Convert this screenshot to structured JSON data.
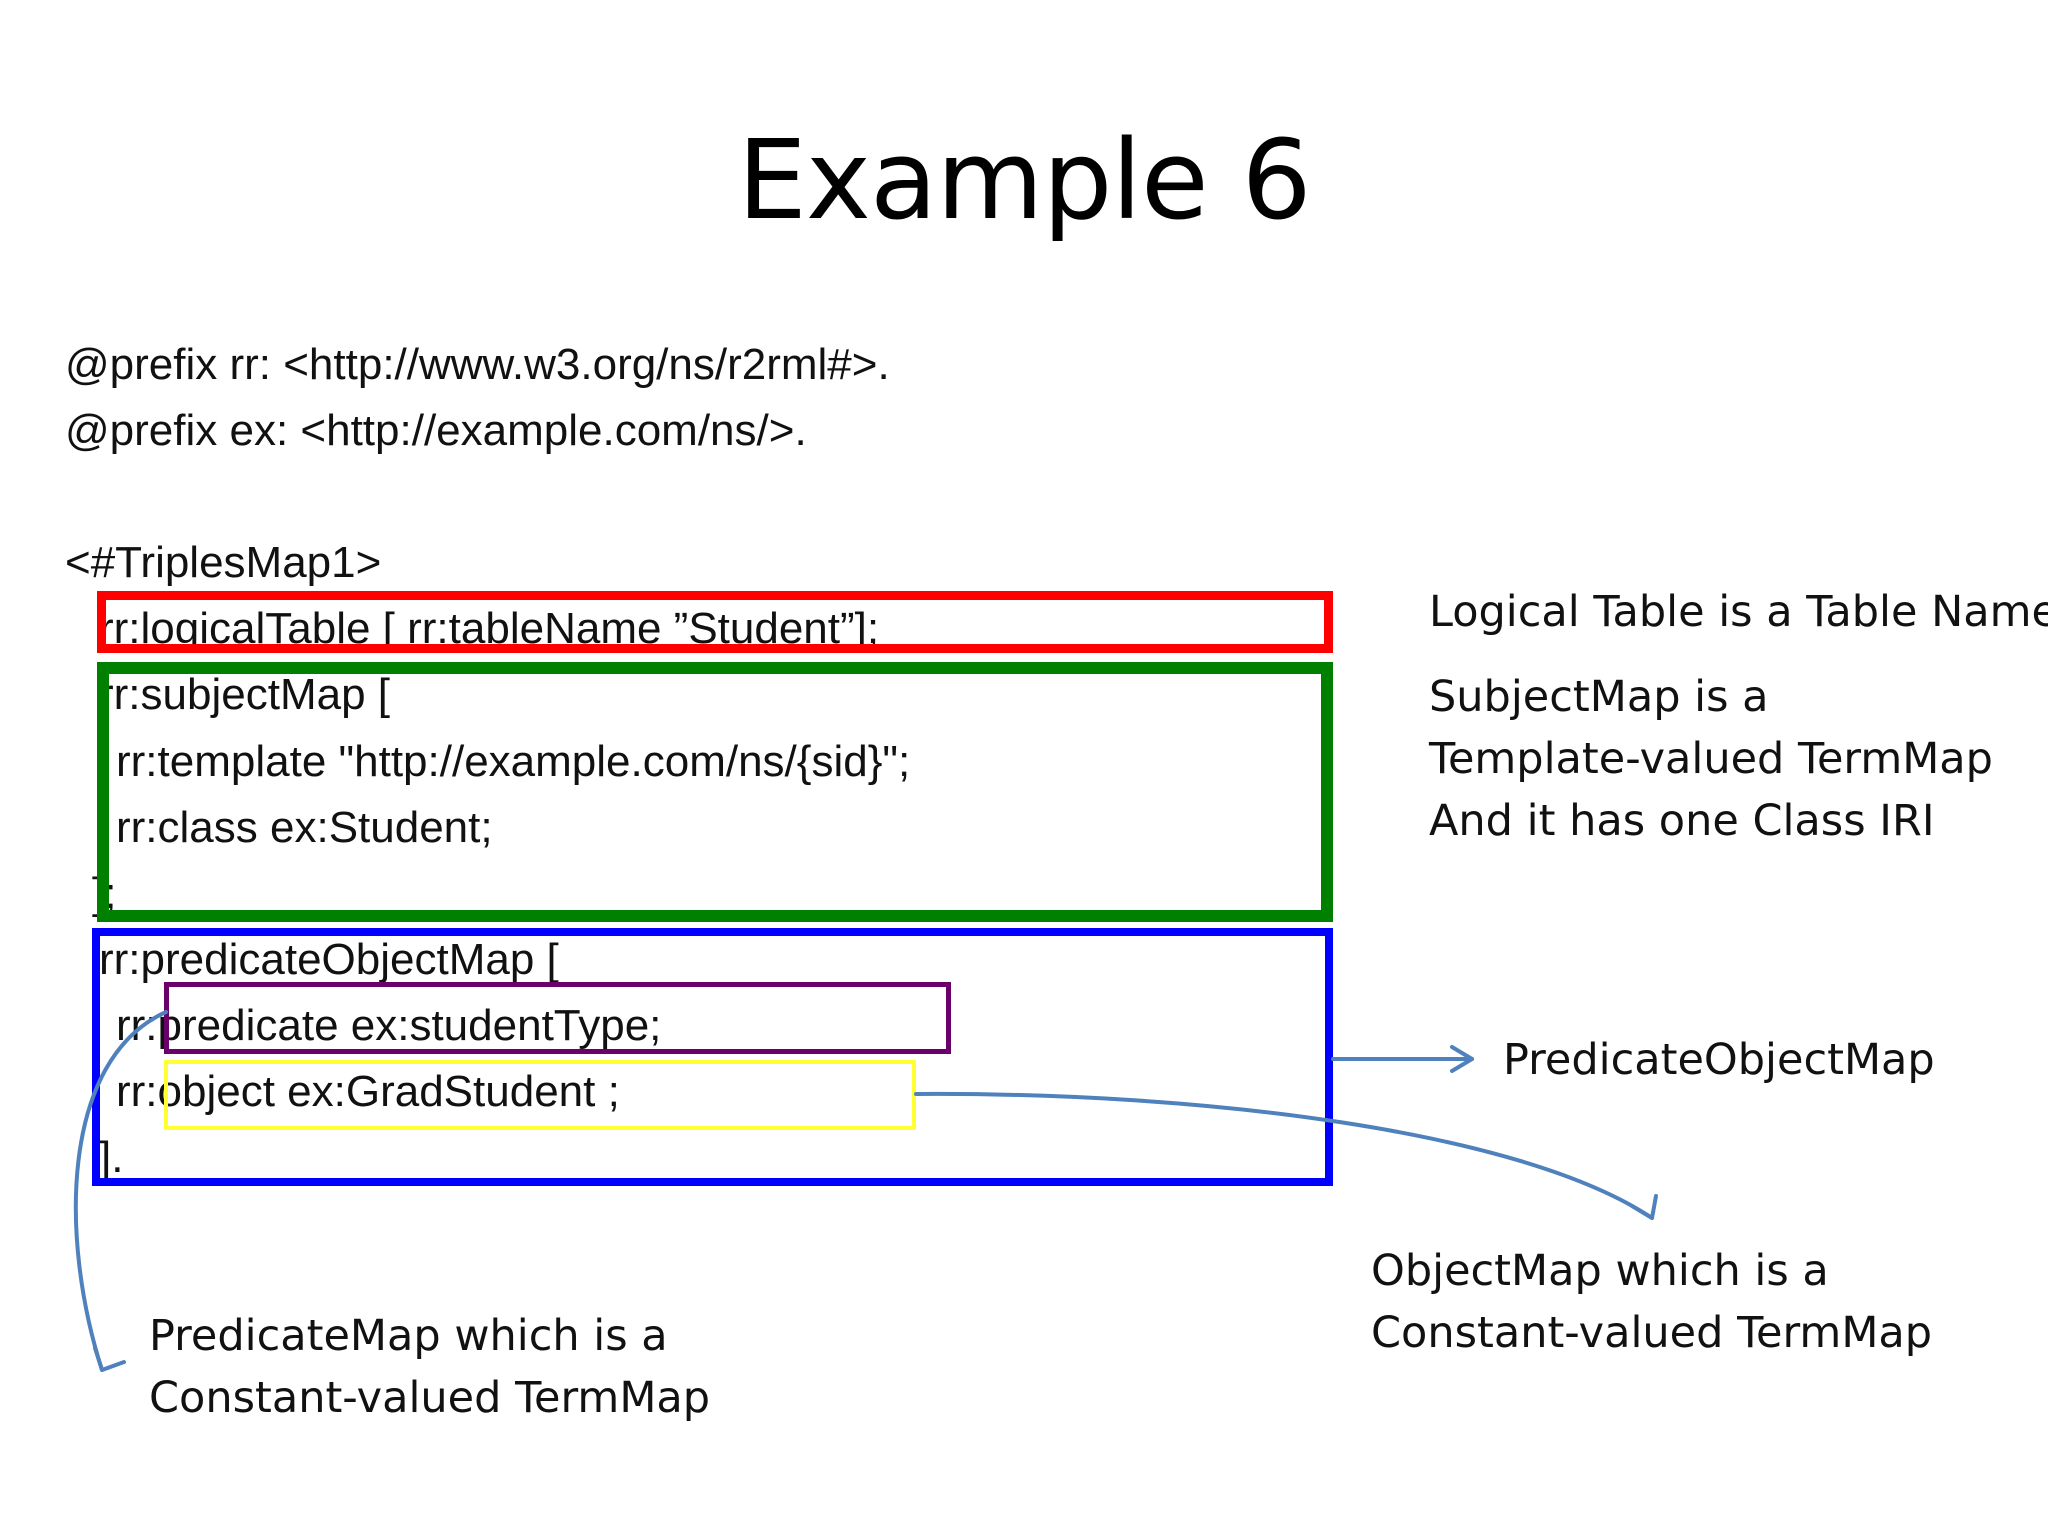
{
  "title": "Example 6",
  "code": {
    "prefix_rr": "@prefix rr: <http://www.w3.org/ns/r2rml#>.",
    "prefix_ex": "@prefix ex: <http://example.com/ns/>.",
    "triples_map": "<#TriplesMap1>",
    "logical_table": "rr:logicalTable [ rr:tableName ”Student”];",
    "subject_map": "rr:subjectMap [",
    "template": "rr:template \"http://example.com/ns/{sid}\";",
    "class": "rr:class ex:Student;",
    "subject_end": "];",
    "predicate_object_map": "rr:predicateObjectMap [",
    "predicate": "rr:predicate ex:studentType;",
    "object": "rr:object ex:GradStudent ;",
    "pom_end": "]."
  },
  "annotations": {
    "logical_table": "Logical Table is a Table Name",
    "subject_map": [
      "SubjectMap is a",
      "Template-valued TermMap",
      "And it has one Class IRI"
    ],
    "predicate_object_map": "PredicateObjectMap",
    "object_map": [
      "ObjectMap which is a",
      "Constant-valued TermMap"
    ],
    "predicate_map": [
      "PredicateMap which is a",
      "Constant-valued TermMap"
    ]
  },
  "colors": {
    "logical_table_box": "#ff0000",
    "subject_map_box": "#008000",
    "predicate_object_map_box": "#0000ff",
    "predicate_box": "#6b006b",
    "object_box": "#ffff33",
    "connector_arrows": "#4f81bd"
  }
}
